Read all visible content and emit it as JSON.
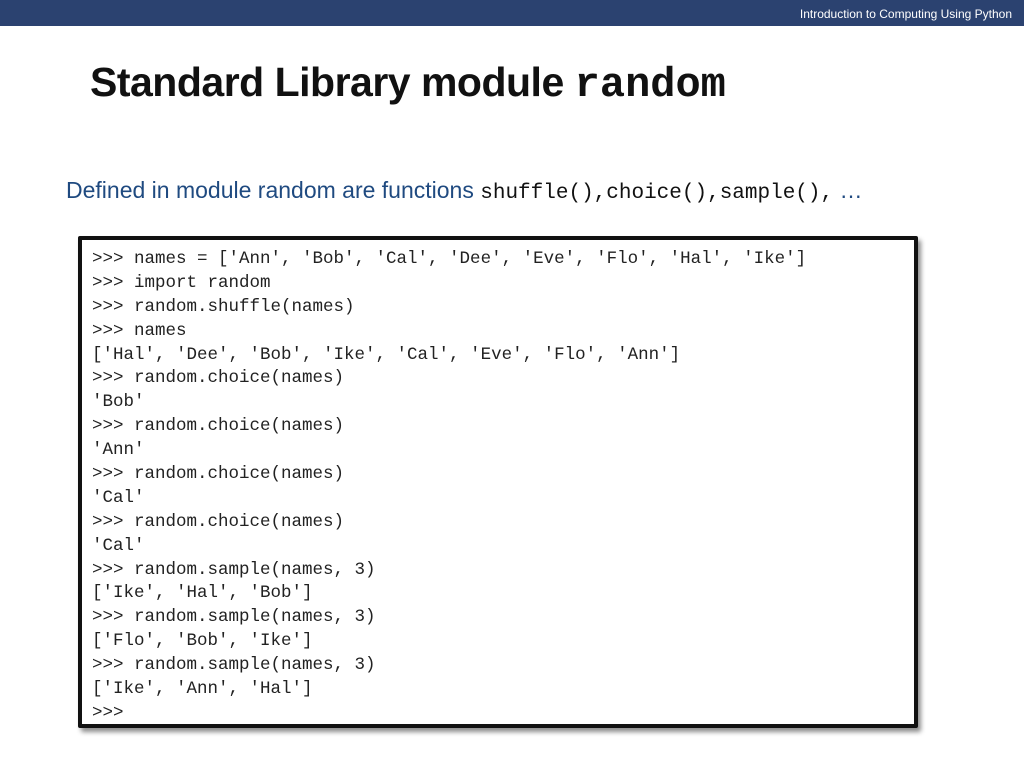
{
  "header": {
    "course_title": "Introduction to Computing Using Python"
  },
  "title": {
    "text": "Standard Library module ",
    "code_word": "random"
  },
  "intro": {
    "text": "Defined in module random are functions ",
    "functions": "shuffle(),choice(),sample(),",
    "ellipsis": " …"
  },
  "console": {
    "lines": [
      ">>> names = ['Ann', 'Bob', 'Cal', 'Dee', 'Eve', 'Flo', 'Hal', 'Ike']",
      ">>> import random",
      ">>> random.shuffle(names)",
      ">>> names",
      "['Hal', 'Dee', 'Bob', 'Ike', 'Cal', 'Eve', 'Flo', 'Ann']",
      ">>> random.choice(names)",
      "'Bob'",
      ">>> random.choice(names)",
      "'Ann'",
      ">>> random.choice(names)",
      "'Cal'",
      ">>> random.choice(names)",
      "'Cal'",
      ">>> random.sample(names, 3)",
      "['Ike', 'Hal', 'Bob']",
      ">>> random.sample(names, 3)",
      "['Flo', 'Bob', 'Ike']",
      ">>> random.sample(names, 3)",
      "['Ike', 'Ann', 'Hal']",
      ">>>"
    ]
  },
  "colors": {
    "header_bar": "#2b4270",
    "intro_text": "#1f4a80"
  }
}
